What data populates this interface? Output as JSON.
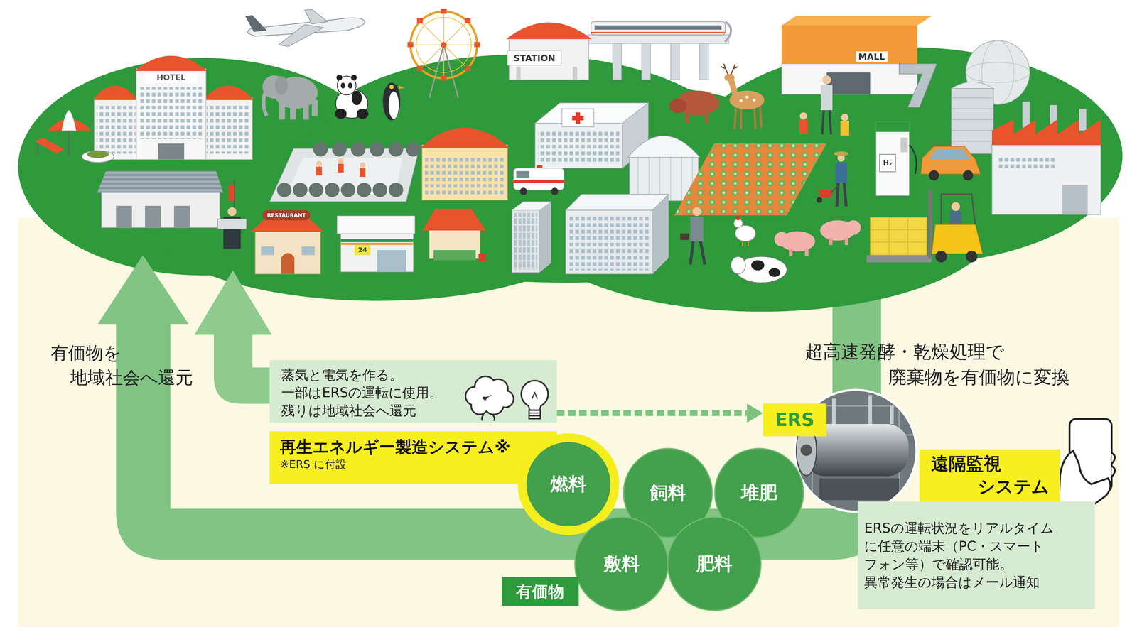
{
  "diagram": {
    "nodes": [
      {
        "text": [
          "蒸気と電気を作る。 一部はERSの運転に使用。 残りは地域社会へ還元"
        ]
      },
      {
        "text": [
          "再生エネルギー製造システム※",
          "※ERS に付設"
        ]
      },
      {
        "text": [
          "ERS"
        ]
      },
      {
        "text": [
          "遠隔監視 システム"
        ]
      },
      {
        "text": [
          "ERSの運転状況をリアルタイム に任意の端末（PC・スマート フォン等）で確認可能。 異常発生の場合はメール通知"
        ]
      },
      {
        "text": [
          "燃料"
        ]
      },
      {
        "text": [
          "飼料"
        ]
      },
      {
        "text": [
          "堆肥"
        ]
      },
      {
        "text": [
          "敷料"
        ]
      },
      {
        "text": [
          "肥料"
        ]
      },
      {
        "text": [
          "有価物"
        ]
      }
    ],
    "edges": [
      {
        "from": 0,
        "to": 2,
        "arrow": "to"
      }
    ],
    "labels": [
      "STATION",
      "MALL",
      "HOTEL",
      "H₂",
      "RESTAURANT",
      "24",
      "有価物を 地域社会へ還元",
      "超高速発酵・乾燥処理で 廃棄物を有価物に変換"
    ]
  }
}
